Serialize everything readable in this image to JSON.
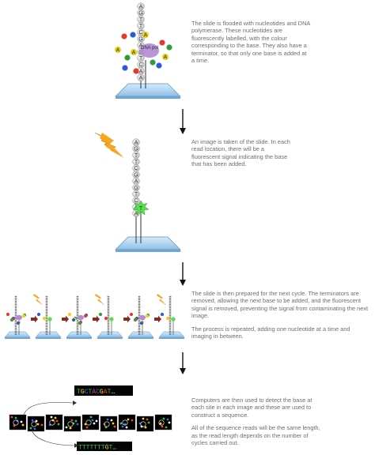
{
  "step1": {
    "text": "The slide is flooded with nucleotides and DNA polymerase. These nucleotides are fluorescently labelled, with the colour corresponding to the base. They also have a terminator, so that only one base is added at a time.",
    "strand": [
      "A",
      "G",
      "T",
      "T",
      "C",
      "G",
      "A",
      "G",
      "T",
      "C",
      "A",
      "A"
    ],
    "polymerase_label": "DNA pol",
    "loose_bases": [
      "A",
      "A",
      "A",
      "A"
    ]
  },
  "step2": {
    "text": "An image is taken of the slide. In each read location, there will be a fluorescent signal indicating the base that has been added.",
    "strand": [
      "A",
      "G",
      "T",
      "T",
      "C",
      "G",
      "A",
      "G",
      "T",
      "C",
      "A",
      "A"
    ],
    "added_base": "T"
  },
  "step3": {
    "text1": "The slide is then prepared for the next cycle. The terminators are removed, allowing the next base to be added, and the fluorescent signal is removed, preventing the signal from contaminating the next image.",
    "text2": "The process is repeated, adding one nucleotide at a time and imaging in between."
  },
  "step4": {
    "text1": "Computers are then used to detect the base at each site in each image and these are used to construct a sequence.",
    "text2": "All of the sequence reads will be the same length, as the read length depends on the number of cycles carried out.",
    "read1": [
      {
        "ch": "T",
        "color": "#2ecc40"
      },
      {
        "ch": "G",
        "color": "#ffdc00"
      },
      {
        "ch": "C",
        "color": "#3a6bff"
      },
      {
        "ch": "T",
        "color": "#2ecc40"
      },
      {
        "ch": "A",
        "color": "#ff4136"
      },
      {
        "ch": "C",
        "color": "#3a6bff"
      },
      {
        "ch": "G",
        "color": "#ffdc00"
      },
      {
        "ch": "A",
        "color": "#ff4136"
      },
      {
        "ch": "T",
        "color": "#2ecc40"
      },
      {
        "ch": "…",
        "color": "#ffffff"
      }
    ],
    "read2": [
      {
        "ch": "T",
        "color": "#2ecc40"
      },
      {
        "ch": "T",
        "color": "#2ecc40"
      },
      {
        "ch": "T",
        "color": "#2ecc40"
      },
      {
        "ch": "T",
        "color": "#2ecc40"
      },
      {
        "ch": "T",
        "color": "#2ecc40"
      },
      {
        "ch": "T",
        "color": "#2ecc40"
      },
      {
        "ch": "T",
        "color": "#2ecc40"
      },
      {
        "ch": "G",
        "color": "#ffdc00"
      },
      {
        "ch": "T",
        "color": "#2ecc40"
      },
      {
        "ch": "…",
        "color": "#ffffff"
      }
    ]
  },
  "colors": {
    "A": "#e8d21c",
    "G_red": "#e23b2e",
    "C_blue": "#2d5bd6",
    "T_green": "#2f9e3a",
    "slide": "#9fc9ea",
    "arrow_red": "#8b2a22",
    "lightning": "#f5a21c"
  }
}
